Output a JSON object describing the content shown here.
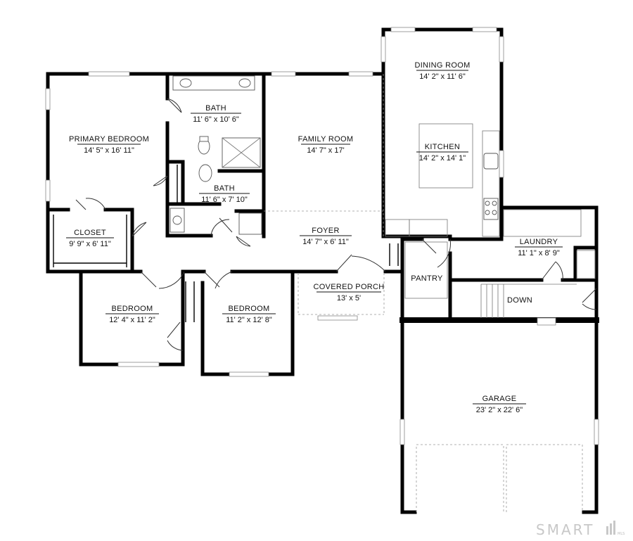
{
  "rooms": {
    "dining_room": {
      "name": "DINING ROOM",
      "dims": "14' 2\" x 11' 6\""
    },
    "kitchen": {
      "name": "KITCHEN",
      "dims": "14' 2\" x 14' 1\""
    },
    "bath_1": {
      "name": "BATH",
      "dims": "11' 6\" x 10' 6\""
    },
    "primary_bedroom": {
      "name": "PRIMARY BEDROOM",
      "dims": "14' 5\" x 16' 11\""
    },
    "family_room": {
      "name": "FAMILY ROOM",
      "dims": "14' 7\" x 17'"
    },
    "bath_2": {
      "name": "BATH",
      "dims": "11' 6\" x 7' 10\""
    },
    "closet": {
      "name": "CLOSET",
      "dims": "9' 9\" x 6' 11\""
    },
    "foyer": {
      "name": "FOYER",
      "dims": "14' 7\" x 6' 11\""
    },
    "laundry": {
      "name": "LAUNDRY",
      "dims": "11' 1\" x 8' 9\""
    },
    "pantry": {
      "name": "PANTRY"
    },
    "covered_porch": {
      "name": "COVERED PORCH",
      "dims": "13' x 5'"
    },
    "down": {
      "name": "DOWN"
    },
    "bedroom_1": {
      "name": "BEDROOM",
      "dims": "12' 4\" x 11' 2\""
    },
    "bedroom_2": {
      "name": "BEDROOM",
      "dims": "11' 2\" x 12' 8\""
    },
    "garage": {
      "name": "GARAGE",
      "dims": "23' 2\" x 22' 6\""
    }
  },
  "watermark": {
    "text": "SMART",
    "sub": "MLS"
  }
}
